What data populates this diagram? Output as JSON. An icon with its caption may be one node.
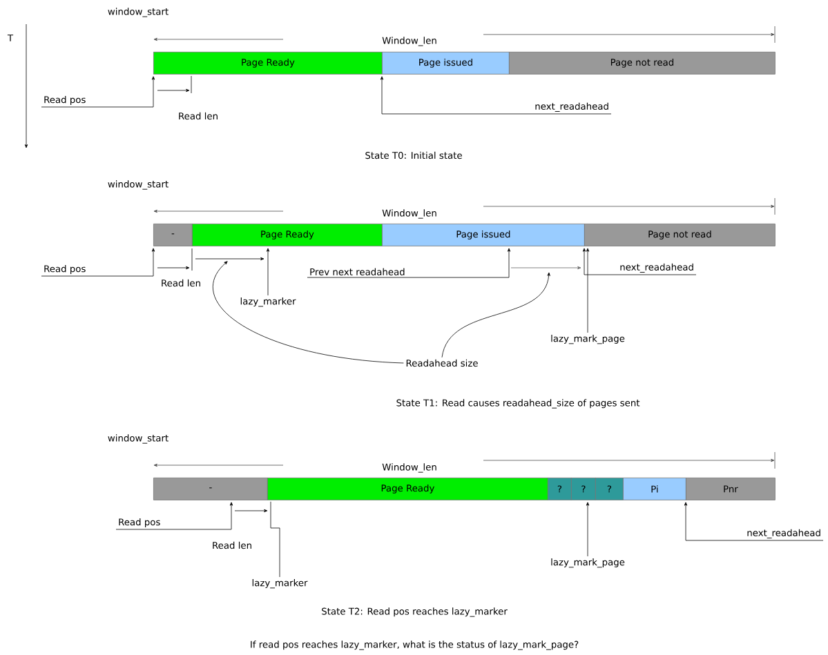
{
  "diagram": {
    "nodes": [
      {
        "text": [
          "Page Ready"
        ]
      },
      {
        "text": [
          "Page issued"
        ]
      },
      {
        "text": [
          "Page not read"
        ]
      },
      {
        "text": [
          "Read pos"
        ]
      },
      {
        "text": [
          "next_readahead"
        ]
      },
      {
        "text": [
          "-"
        ]
      },
      {
        "text": [
          "Page Ready"
        ]
      },
      {
        "text": [
          "Page issued"
        ]
      },
      {
        "text": [
          "Page not read"
        ]
      },
      {
        "text": [
          "Read pos"
        ]
      },
      {
        "text": [
          "lazy_marker"
        ]
      },
      {
        "text": [
          "Prev next readahead"
        ]
      },
      {
        "text": [
          "next_readahead"
        ]
      },
      {
        "text": [
          "lazy_mark_page"
        ]
      },
      {
        "text": [
          "Readahead size"
        ]
      },
      {
        "text": [
          "-"
        ]
      },
      {
        "text": [
          "Page Ready"
        ]
      },
      {
        "text": [
          "?"
        ]
      },
      {
        "text": [
          "?"
        ]
      },
      {
        "text": [
          "?"
        ]
      },
      {
        "text": [
          "Pi"
        ]
      },
      {
        "text": [
          "Pnr"
        ]
      },
      {
        "text": [
          "Read pos"
        ]
      },
      {
        "text": [
          "lazy_marker"
        ]
      },
      {
        "text": [
          "lazy_mark_page"
        ]
      },
      {
        "text": [
          "next_readahead"
        ]
      }
    ],
    "edges": [
      {
        "from": 3,
        "to": 0,
        "arrow": "to"
      },
      {
        "from": 4,
        "to": 1,
        "arrow": "to"
      },
      {
        "from": 9,
        "to": 5,
        "arrow": "to"
      },
      {
        "from": 10,
        "to": 6,
        "arrow": "to"
      },
      {
        "from": 11,
        "to": 7,
        "arrow": "to"
      },
      {
        "from": 12,
        "to": 8,
        "arrow": "to"
      },
      {
        "from": 13,
        "to": 8,
        "arrow": "to"
      },
      {
        "from": 14,
        "to": null,
        "arrow": "to"
      },
      {
        "from": 14,
        "to": null,
        "arrow": "to"
      },
      {
        "from": 22,
        "to": 15,
        "arrow": "to"
      },
      {
        "from": 23,
        "to": 16,
        "arrow": "none"
      },
      {
        "from": 24,
        "to": 18,
        "arrow": "to"
      },
      {
        "from": 25,
        "to": 21,
        "arrow": "to"
      }
    ],
    "labels": [
      "window_start",
      "T",
      "Window_len",
      "Read len",
      "State T0: Initial state",
      "window_start",
      "Window_len",
      "Read len",
      "State T1: Read causes readahead_size of pages sent",
      "window_start",
      "Window_len",
      "Read len",
      "State T2: Read pos reaches lazy_marker",
      "If read pos reaches lazy_marker, what is the status of lazy_mark_page?"
    ]
  }
}
